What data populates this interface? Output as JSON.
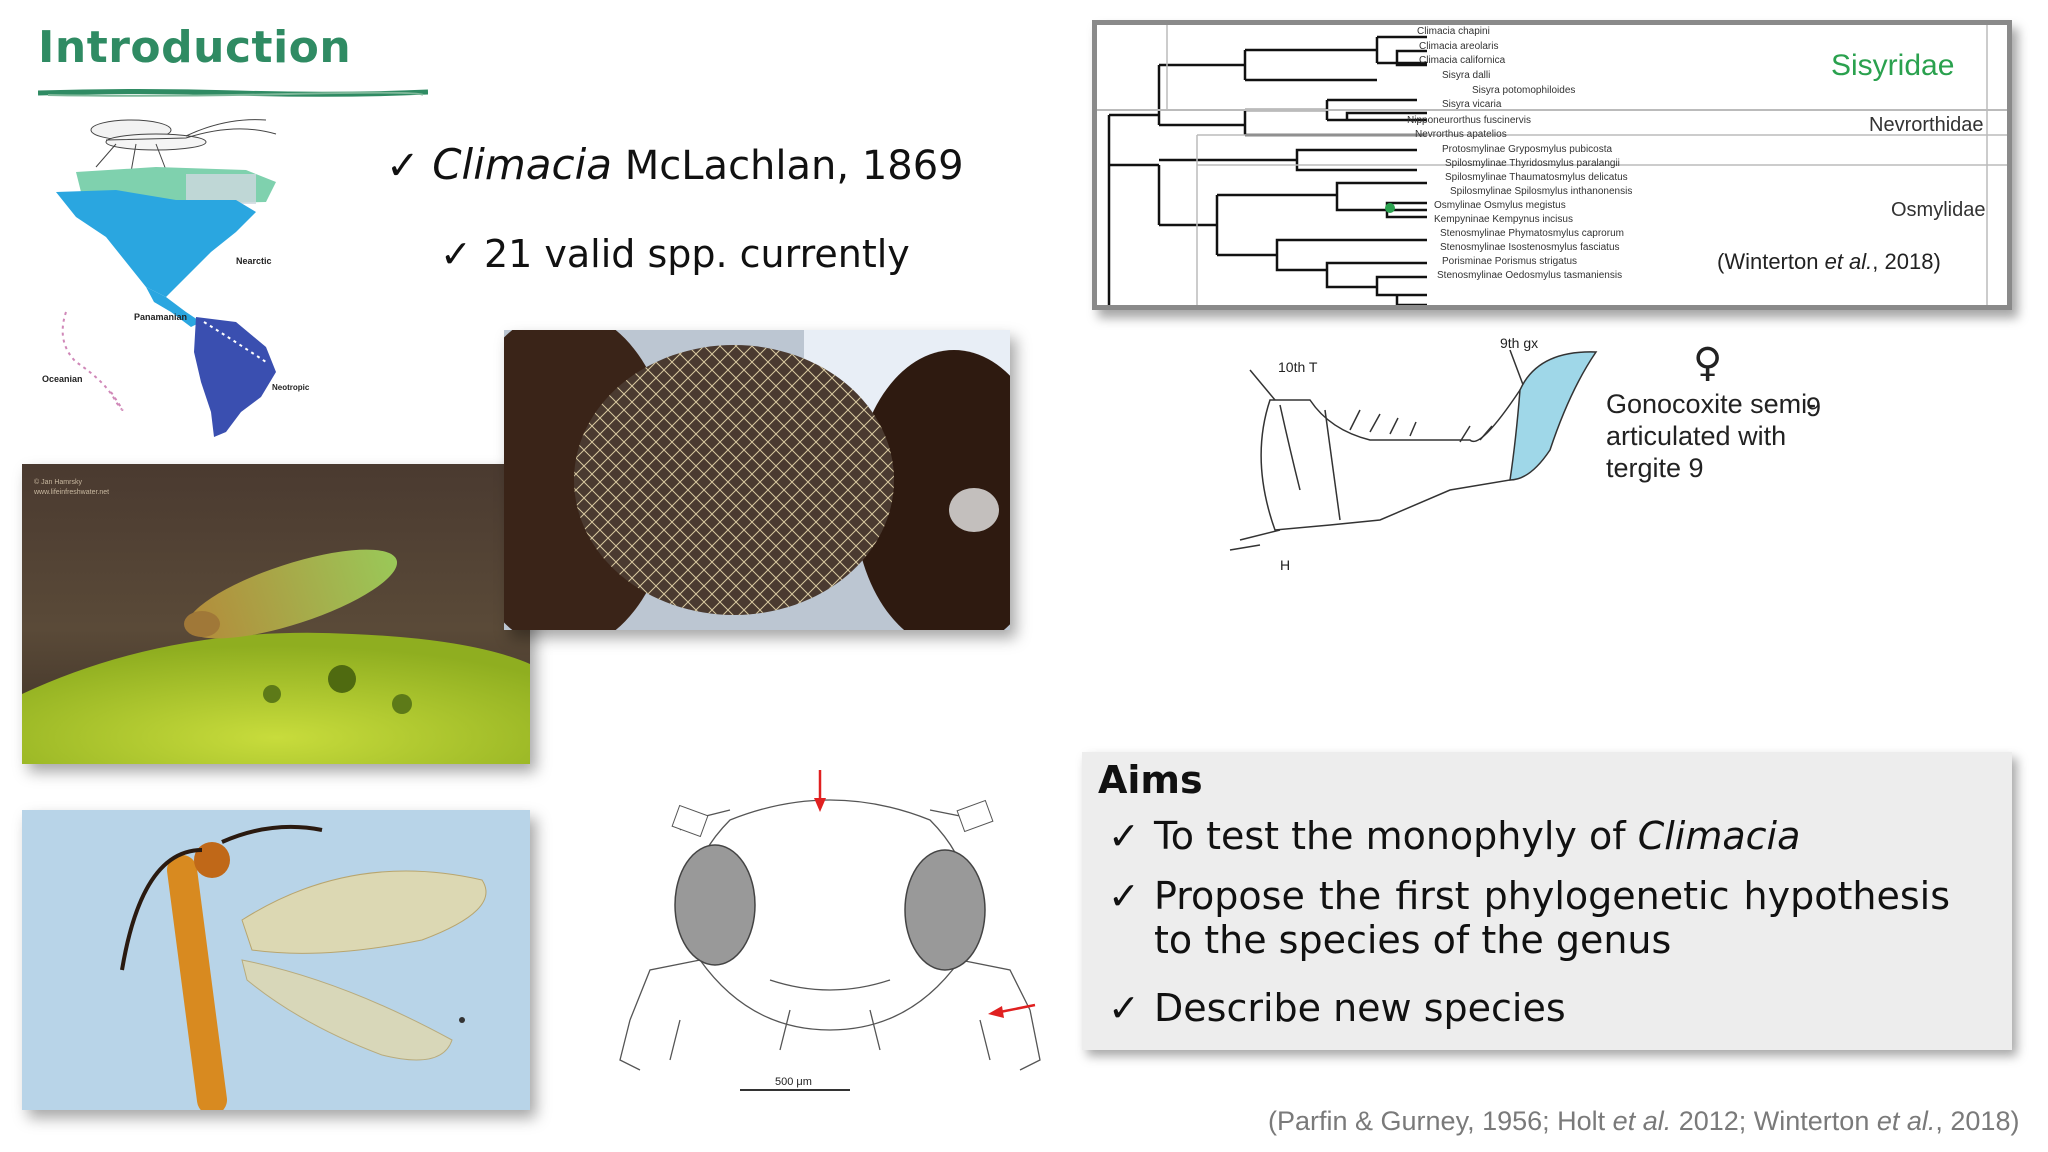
{
  "slide": {
    "title": "Introduction",
    "genus_line": {
      "check": "✓",
      "genus": "Climacia",
      "author": " McLachlan, 1869"
    },
    "spp_line": {
      "check": "✓",
      "text": "21 valid spp. currently"
    }
  },
  "map": {
    "labels": [
      "Nearctic",
      "Panamanian",
      "Oceanian",
      "Neotropic"
    ]
  },
  "photo_credit": [
    "© Jan Hamrsky",
    "www.lifeinfreshwater.net"
  ],
  "phylogeny": {
    "taxa": [
      "Climacia chapini",
      "Climacia areolaris",
      "Climacia californica",
      "Sisyra dalli",
      "Sisyra potomophiloides",
      "Sisyra vicaria",
      "Nipponeurorthus fuscinervis",
      "Nevrorthus apatelios",
      "Protosmylinae Gryposmylus pubicosta",
      "Spilosmylinae Thyridosmylus paralangii",
      "Spilosmylinae Thaumatosmylus delicatus",
      "Spilosmylinae Spilosmylus inthanonensis",
      "Osmylinae Osmylus megistus",
      "Kempyninae Kempynus incisus",
      "Stenosmylinae Phymatosmylus caprorum",
      "Stenosmylinae Isostenosmylus fasciatus",
      "Porisminae Porismus strigatus",
      "Stenosmylinae Oedosmylus tasmaniensis"
    ],
    "families": {
      "sisyridae": "Sisyridae",
      "nevrorthidae": "Nevrorthidae",
      "osmylidae": "Osmylidae"
    },
    "citation": {
      "pre": "(Winterton ",
      "etal": "et al.",
      "post": ", 2018)"
    },
    "colors": {
      "sisyridae": "#2aa14e",
      "family": "#333333",
      "box_border": "#8a8a8a"
    }
  },
  "genitalia": {
    "label_10thT": "10th T",
    "label_9thgx": "9th gx",
    "label_H": "H",
    "female_symbol": "♀",
    "gonocoxite_text": "Gonocoxite semi-articulated with tergite 9",
    "gonocoxite_num": "9",
    "highlight_color": "#9fd7e8"
  },
  "head_drawing": {
    "scale_label": "500 μm",
    "arrow_color": "#e02020"
  },
  "aims": {
    "heading": "Aims",
    "items": [
      {
        "check": "✓",
        "text": "To test the monophyly of ",
        "italic": "Climacia"
      },
      {
        "check": "✓",
        "text": "Propose the first phylogenetic hypothesis to the species of the genus"
      },
      {
        "check": "✓",
        "text": "Describe new species"
      }
    ]
  },
  "references": {
    "p1": "(Parfin & Gurney, 1956; Holt ",
    "etal1": "et al.",
    "p2": " 2012; Winterton ",
    "etal2": "et al.",
    "p3": ", 2018)"
  },
  "colors": {
    "title": "#2f8b63",
    "nearctic": "#2aa6e0",
    "neotropic": "#3a4fb0",
    "panamanian": "#7fd1ae"
  }
}
